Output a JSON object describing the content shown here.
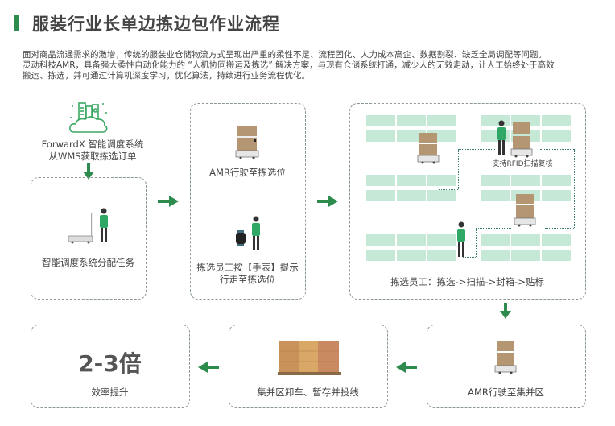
{
  "header": {
    "title": "服装行业长单边拣边包作业流程",
    "accent_color": "#2e8b4e"
  },
  "intro": {
    "lines": [
      "面对商品流通需求的激增，传统的服装业仓储物流方式呈现出严重的柔性不足、流程固化、人力成本高企、数据割裂、缺乏全局调配等问题。",
      "灵动科技AMR，具备强大柔性自动化能力的 “人机协同搬运及拣选” 解决方案，与现有仓储系统打通，减少人的无效走动，让人工始终处于高效",
      "搬运、拣选，并可通过计算机深度学习，优化算法，持续进行业务流程优化。"
    ]
  },
  "steps": {
    "source": {
      "line1": "ForwardX 智能调度系统",
      "line2": "从WMS获取拣选订单",
      "icon": "cloud-data-icon"
    },
    "assign": {
      "label": "智能调度系统分配任务"
    },
    "travel": {
      "amr_label": "AMR行驶至拣选位",
      "worker_label_1": "拣选员工按【手表】提示",
      "worker_label_2": "行走至拣选位"
    },
    "pick": {
      "rfid_label": "支持RFID扫描复核",
      "label": "拣选员工：拣选->扫描->封箱->贴标"
    },
    "amr_to_zone": {
      "label": "AMR行驶至集并区"
    },
    "unload": {
      "label": "集并区卸车、暂存并投线"
    },
    "result": {
      "value": "2-3倍",
      "label": "效率提升"
    }
  },
  "colors": {
    "arrow": "#2e8b4e",
    "shelf": "#c6e8d6",
    "path": "#3a7b73",
    "worker": "#2fa866"
  }
}
